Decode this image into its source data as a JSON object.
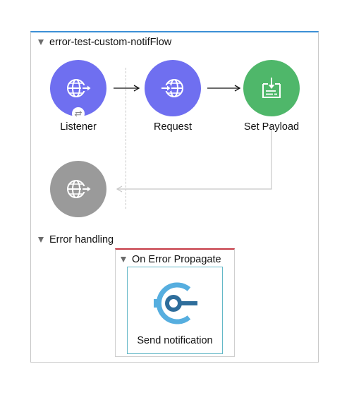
{
  "flow": {
    "name": "error-test-custom-notifFlow",
    "nodes": [
      {
        "label": "Listener",
        "icon": "globe-arrow-out-icon"
      },
      {
        "label": "Request",
        "icon": "globe-arrow-in-icon"
      },
      {
        "label": "Set Payload",
        "icon": "set-payload-icon"
      }
    ],
    "source_badge_icon": "reconnect-arrows-icon",
    "response_icon": "globe-arrow-out-icon",
    "colors": {
      "connector_blue": "#6f6ff0",
      "set_payload_green": "#4fb76a",
      "response_gray": "#9a9a9a",
      "panel_accent": "#3c8fd6"
    }
  },
  "error_handling": {
    "title": "Error handling",
    "handler": {
      "title": "On Error Propagate",
      "accent": "#c53a45",
      "processor": {
        "label": "Send notification",
        "icon": "send-notification-icon",
        "border": "#63b8c7"
      }
    }
  }
}
